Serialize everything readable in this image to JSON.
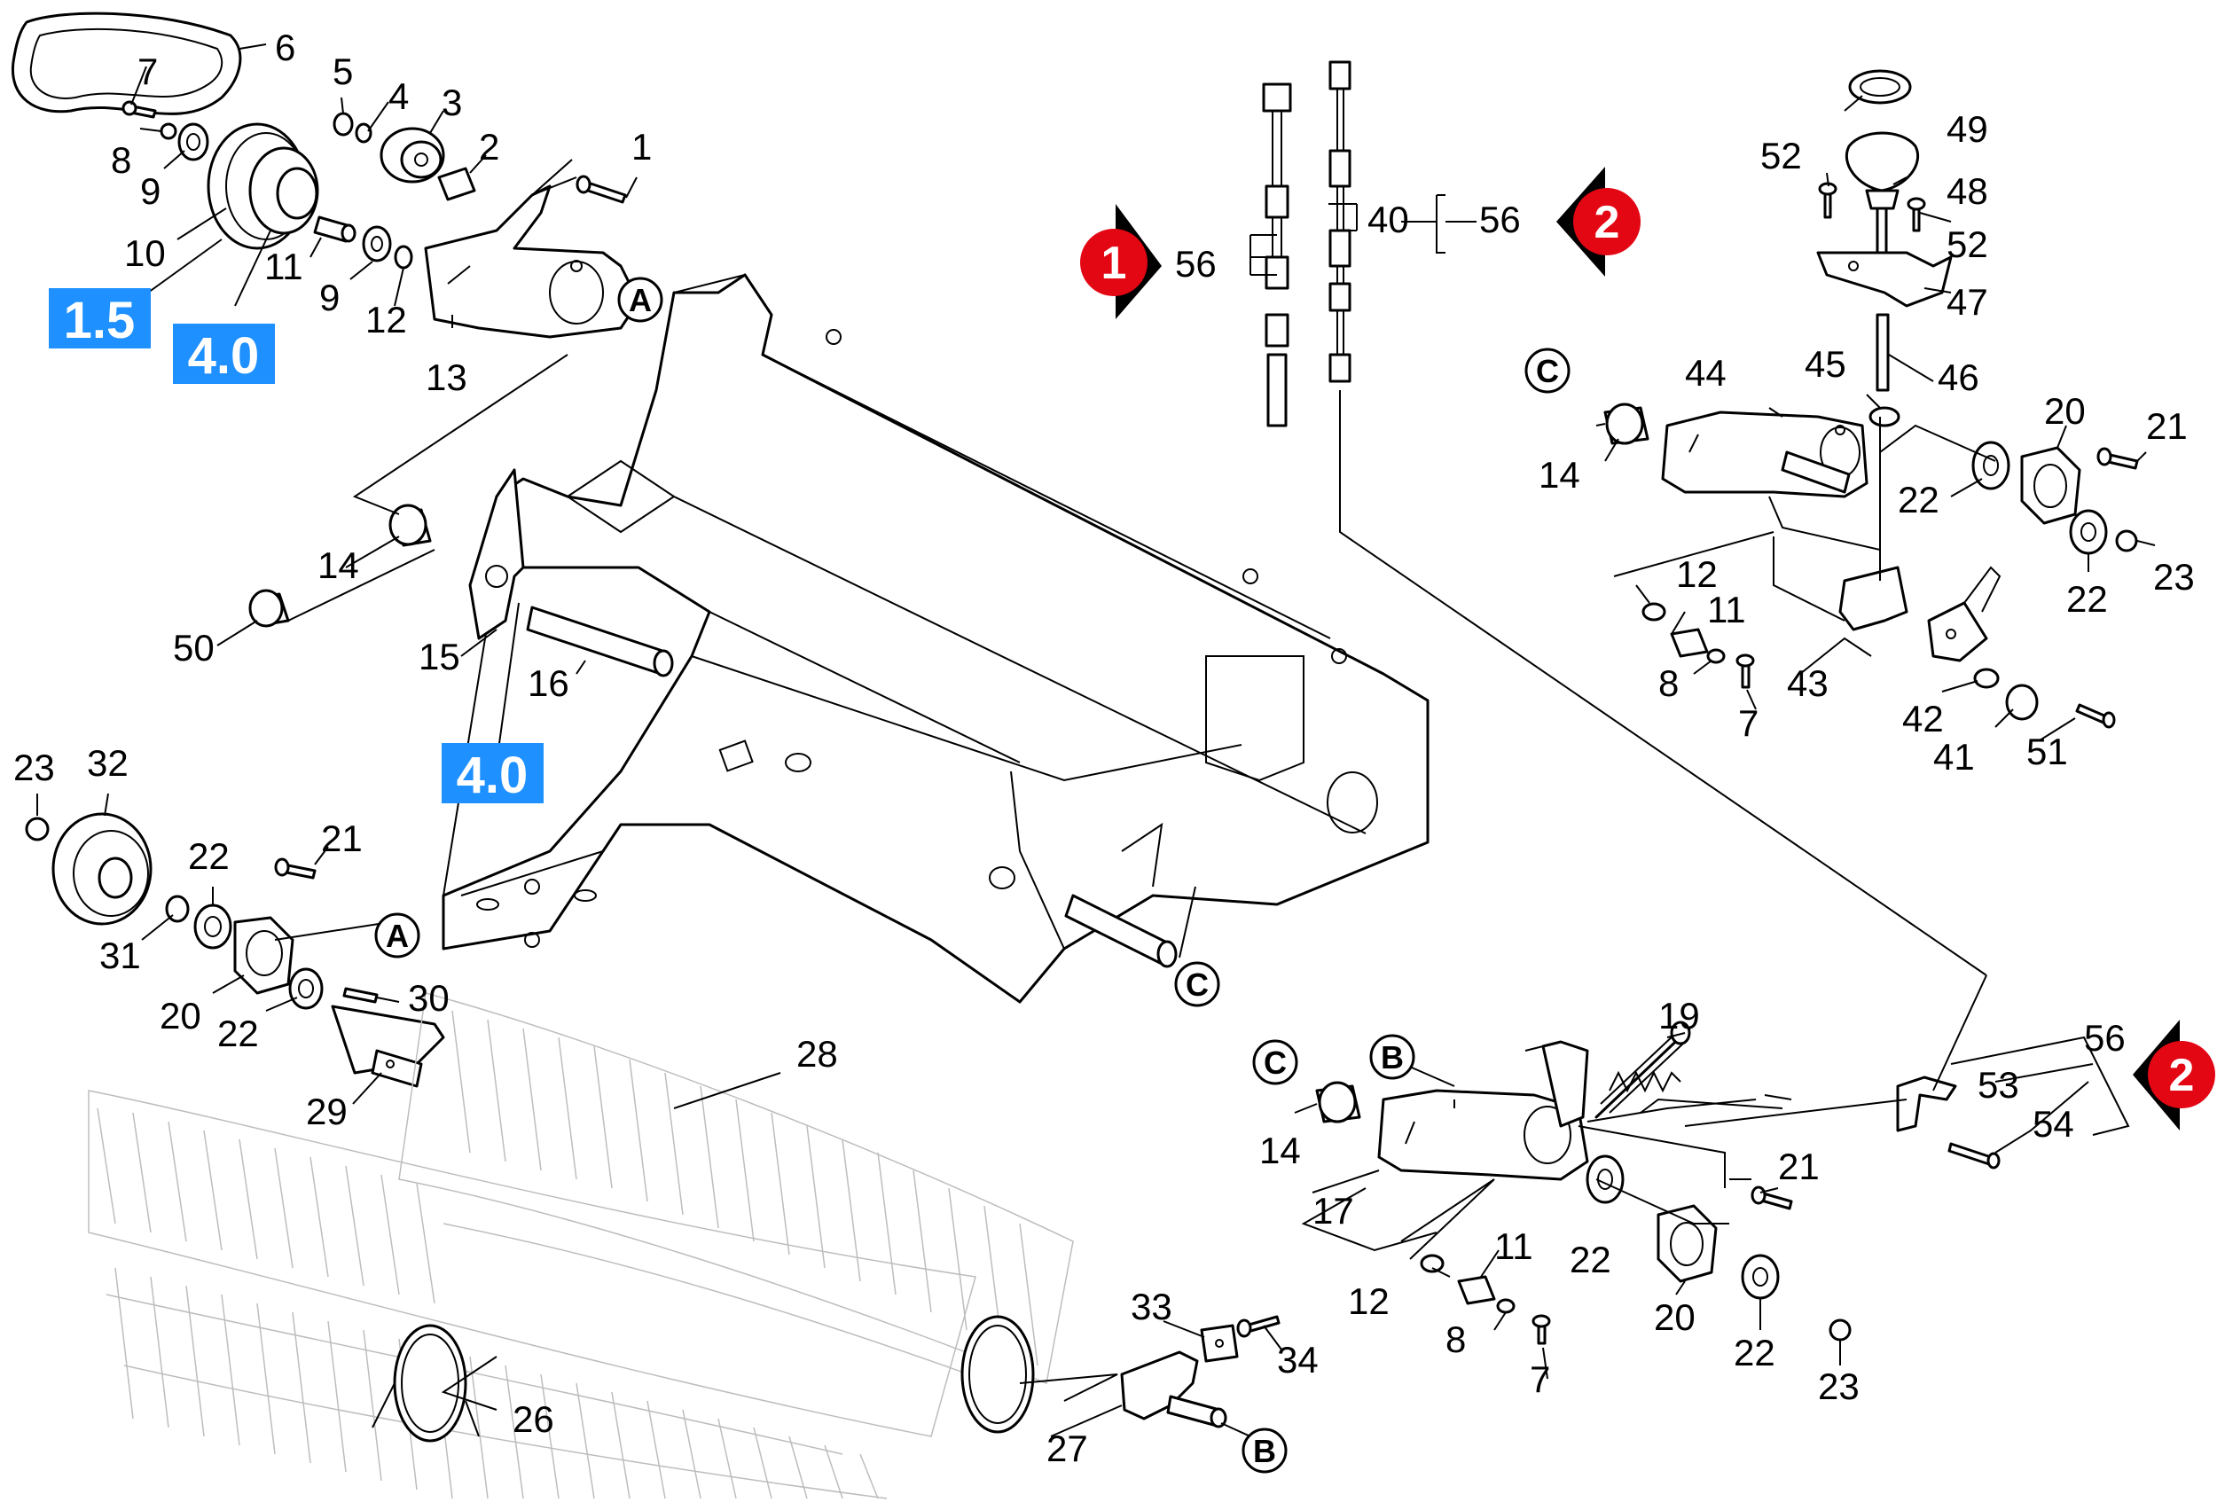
{
  "callouts": {
    "c1": "1",
    "c2": "2",
    "c3": "3",
    "c4": "4",
    "c5": "5",
    "c6": "6",
    "c7": "7",
    "c8": "8",
    "c9": "9",
    "c10": "10",
    "c11": "11",
    "c12": "12",
    "c13": "13",
    "c14": "14",
    "c15": "15",
    "c16": "16",
    "c17": "17",
    "c19": "19",
    "c20": "20",
    "c21": "21",
    "c22": "22",
    "c23": "23",
    "c26": "26",
    "c27": "27",
    "c28": "28",
    "c29": "29",
    "c30": "30",
    "c31": "31",
    "c32": "32",
    "c33": "33",
    "c34": "34",
    "c40": "40",
    "c41": "41",
    "c42": "42",
    "c43": "43",
    "c44": "44",
    "c45": "45",
    "c46": "46",
    "c47": "47",
    "c48": "48",
    "c49": "49",
    "c50": "50",
    "c51": "51",
    "c52": "52",
    "c53": "53",
    "c54": "54",
    "c56": "56"
  },
  "reference_circles": {
    "a": "A",
    "b": "B",
    "c": "C"
  },
  "torque_badges": {
    "t1": "1.5",
    "t2": "4.0",
    "t3": "4.0"
  },
  "page_markers": {
    "m1": "1",
    "m2": "2"
  },
  "colors": {
    "badge": "#1e90ff",
    "marker": "#e30613",
    "line": "#000000",
    "brush": "#bdbdbd"
  }
}
